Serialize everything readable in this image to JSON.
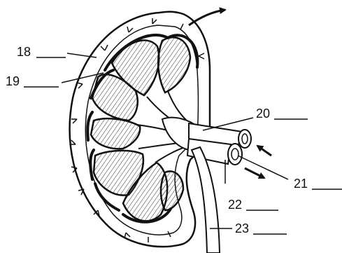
{
  "diagram": {
    "subject": "kidney-cross-section",
    "labels": [
      {
        "id": "18",
        "text": "18"
      },
      {
        "id": "19",
        "text": "19"
      },
      {
        "id": "20",
        "text": "20"
      },
      {
        "id": "21",
        "text": "21"
      },
      {
        "id": "22",
        "text": "22"
      },
      {
        "id": "23",
        "text": "23"
      }
    ],
    "colors": {
      "ink": "#111111",
      "paper": "#ffffff"
    }
  }
}
